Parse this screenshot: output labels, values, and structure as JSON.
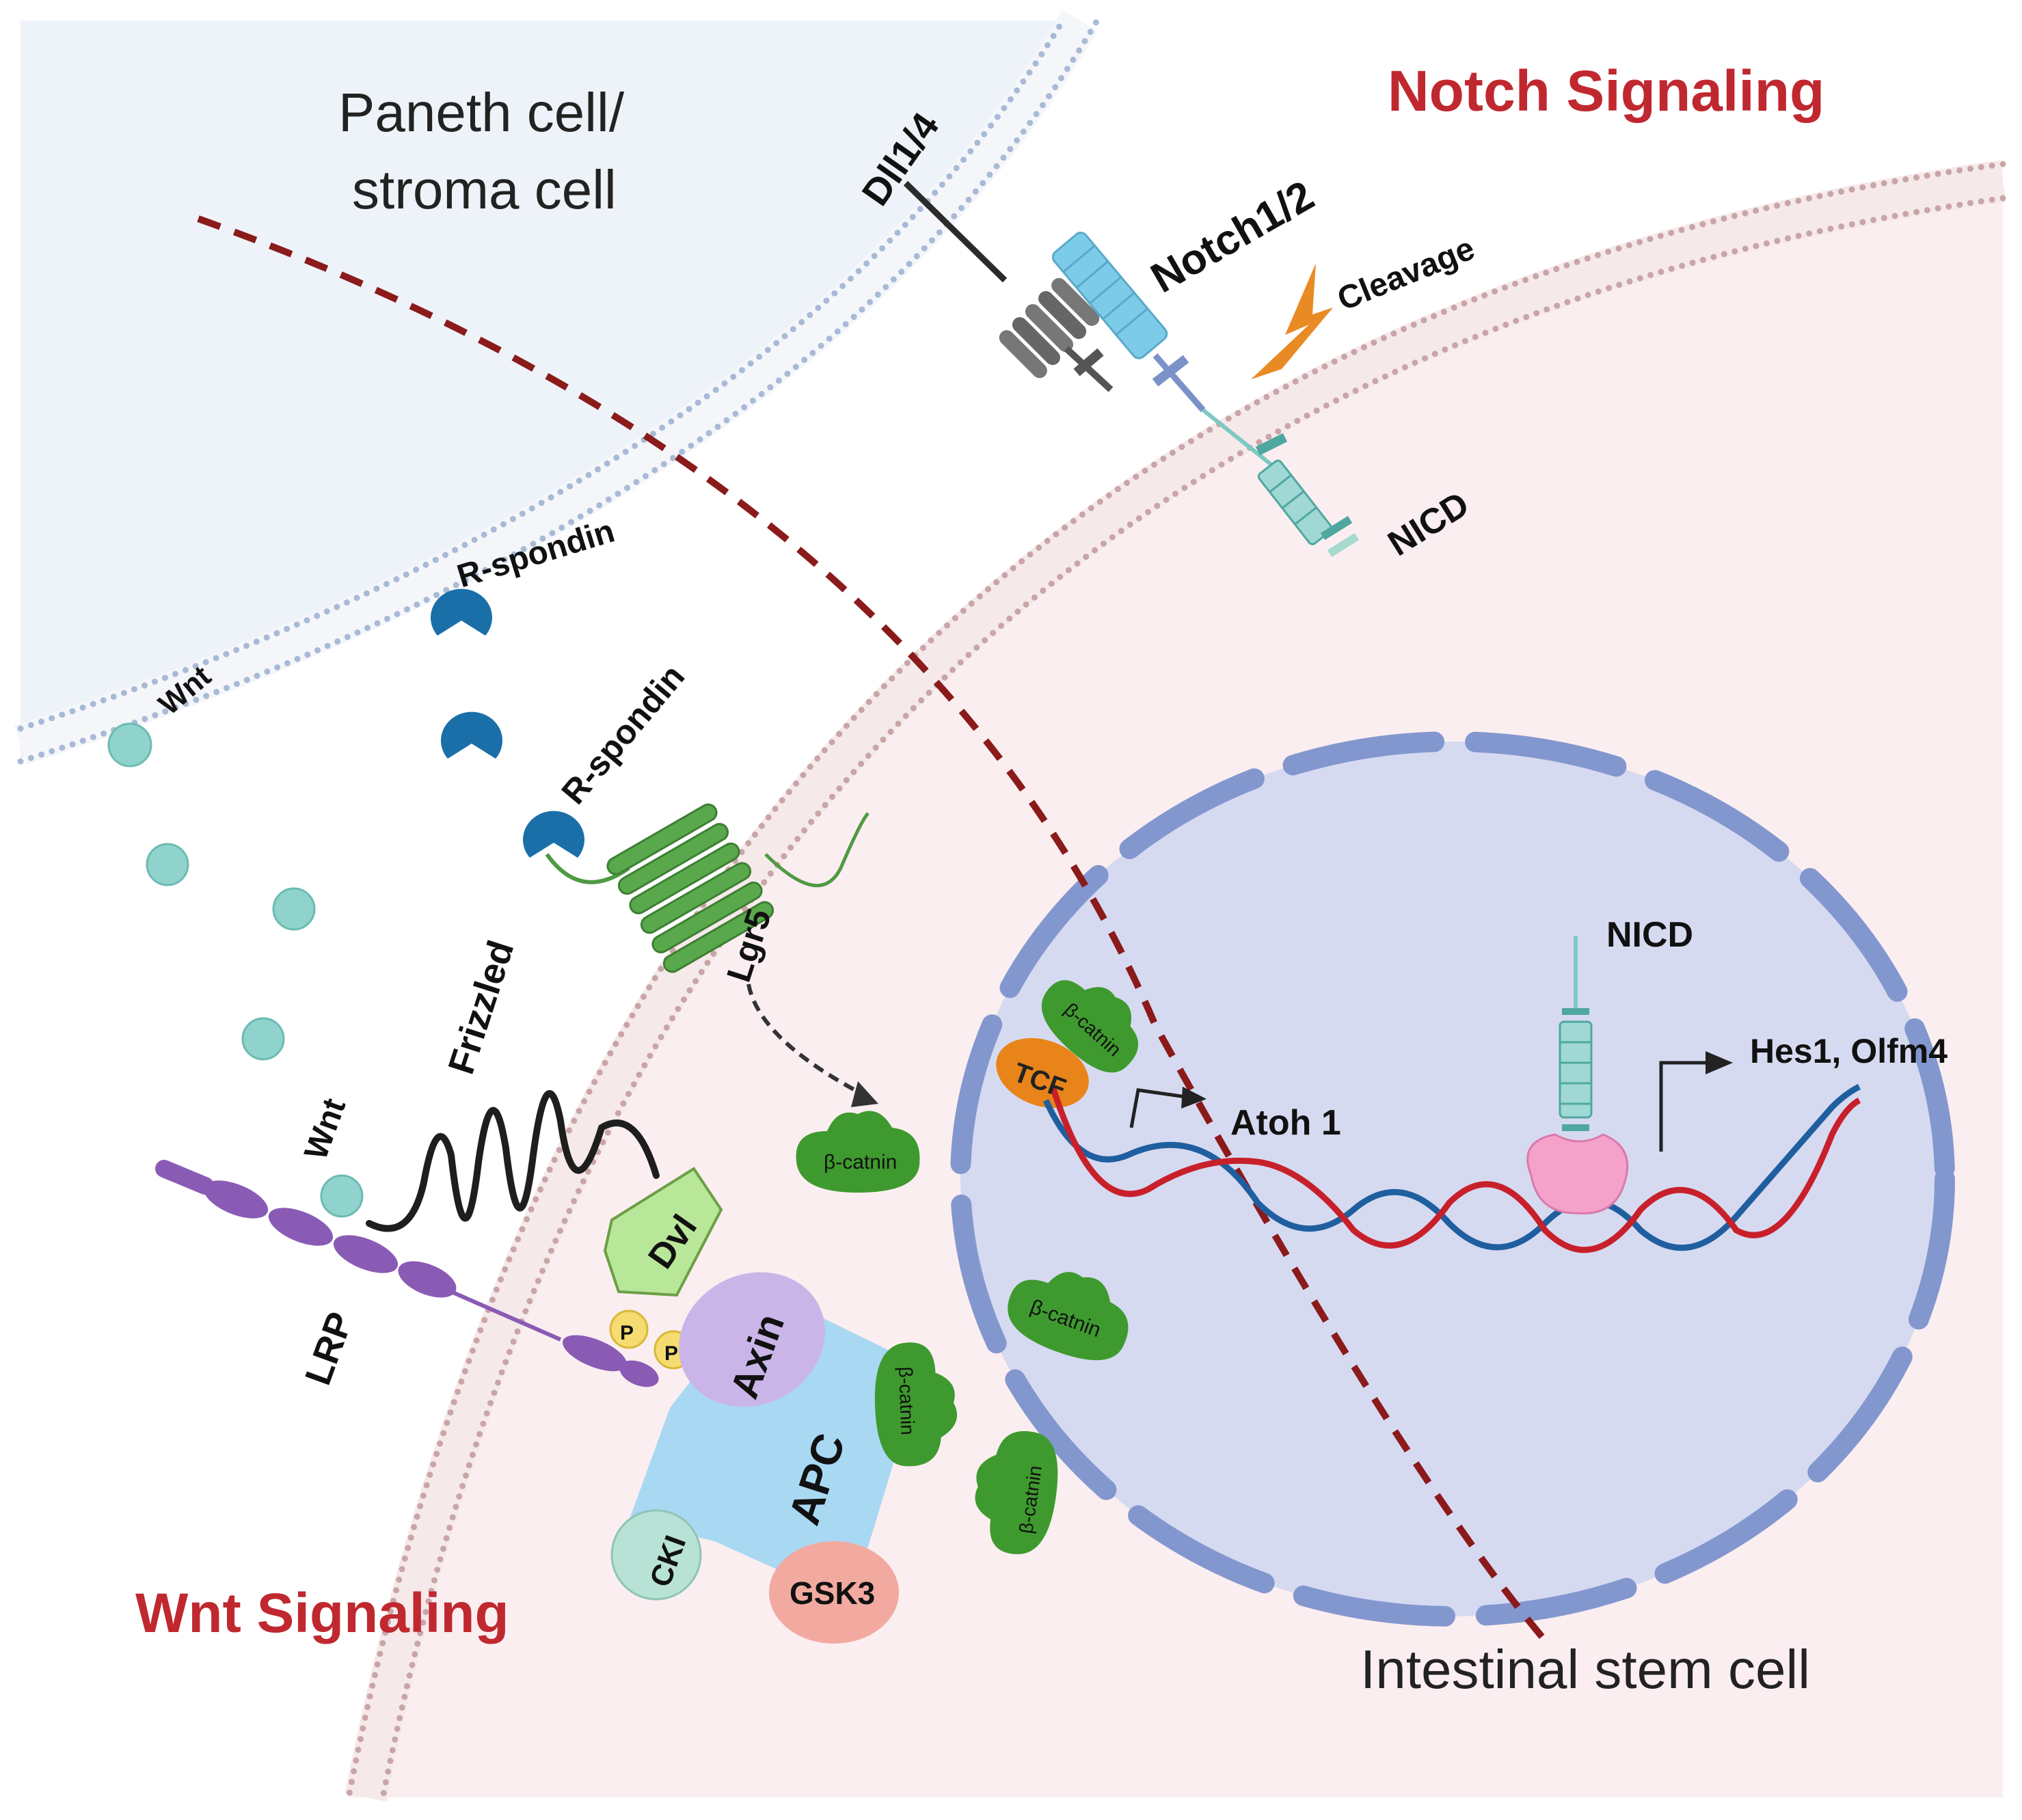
{
  "cells": {
    "paneth": "Paneth cell/",
    "paneth_line2": "stroma cell",
    "stem": "Intestinal stem cell"
  },
  "pathways": {
    "notch": "Notch Signaling",
    "wnt": "Wnt Signaling"
  },
  "proteins": {
    "dll": "Dll1/4",
    "notch12": "Notch1/2",
    "cleavage": "Cleavage",
    "nicd": "NICD",
    "nicd_nuclear": "NICD",
    "rspondin_upper": "R-spondin",
    "rspondin_lower": "R-spondin",
    "wnt_upper": "Wnt",
    "wnt_lower": "Wnt",
    "frizzled": "Frizzled",
    "lgr5": "Lgr5",
    "lrp": "LRP",
    "dvl": "Dvl",
    "phospho": "P",
    "axin": "Axin",
    "apc": "APC",
    "cki": "CKI",
    "gsk3": "GSK3",
    "beta_catenin": "β-catnin",
    "tcf": "TCF"
  },
  "genes": {
    "atoh1": "Atoh 1",
    "hes1_olfm4": "Hes1, Olfm4"
  },
  "colors": {
    "paneth_bg": "#eef3f9",
    "stem_bg": "#fbeef0",
    "pathway_red": "#c0282f",
    "dashed_divider": "#8b1a1a",
    "nucleus": "#d6daf1",
    "nuclear_envelope": "#8397cf",
    "beta_catenin": "#3e9a2e",
    "wnt_ligand": "#8fd3cc",
    "rspondin": "#1a6fa8",
    "notch_receptor": "#7ccbe8",
    "dll_ligand": "#777777",
    "nicd": "#7dc9c3",
    "lgr5": "#4f9a43",
    "lrp": "#8a5bb5",
    "dvl": "#b9e79a",
    "axin": "#c9b5e8",
    "apc": "#a9d8f3",
    "cki": "#b8e2d6",
    "gsk3": "#f2aaa0",
    "tcf": "#e8841a",
    "dna_red": "#c8202b",
    "dna_blue": "#1f5f9f",
    "pink_complex": "#f4a2c9",
    "phospho": "#f6dc70",
    "cleavage_bolt": "#e98b24"
  }
}
